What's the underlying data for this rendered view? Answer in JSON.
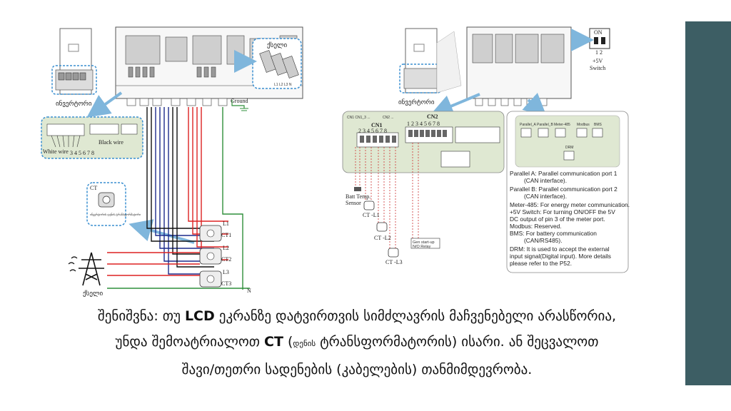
{
  "accent_color": "#3d5e64",
  "left_diagram": {
    "inverter_label": "ინვერტორი",
    "breaker_label": "ქსელი",
    "ground_label": "Ground",
    "white_wire_label": "White wire",
    "black_wire_label": "Black wire",
    "terminal_numbers": "3 4 5 6 7 8",
    "ct_box_title": "CT",
    "ct_box_caption": "ინვერტორის დენის ტრანსფორმატორი",
    "ct_labels": [
      "L1",
      "CT1",
      "L2",
      "CT2",
      "L3",
      "CT3",
      "N"
    ],
    "grid_label": "ქსელი"
  },
  "right_diagram": {
    "inverter_label": "ინვერტორი",
    "switch_on": "ON",
    "switch_numbers": "1 2",
    "switch_caption_1": "+5V",
    "switch_caption_2": "Switch",
    "cn1_label": "CN1",
    "cn2_label": "CN2",
    "cn1_pins": "2 3 4 5 6 7 8",
    "cn2_pins": "1 2 3 4 5 6 7 8",
    "bat_temp_label_1": "Batt Temp.",
    "bat_temp_label_2": "Sensor",
    "ct_l1": "CT -L1",
    "ct_l2": "CT -L2",
    "ct_l3": "CT -L3",
    "gen_relay_1": "Gen start-up",
    "gen_relay_2": "N/O Relay",
    "ports": [
      "Parallel_A",
      "Parallel_B",
      "Meter-485",
      "Modbus",
      "BMS",
      "DRM"
    ],
    "info_lines": [
      "Parallel A: Parallel communication port 1",
      "(CAN interface).",
      "Parallel B: Parallel communication port 2",
      "(CAN interface).",
      "Meter-485: For energy meter communication.",
      "+5V Switch: For turning ON/OFF the 5V",
      "DC output of pin 3 of the meter port.",
      "Modbus: Reserved.",
      "BMS: For battery communication",
      "(CAN/RS485).",
      "DRM: It is used to accept the external",
      "input signal(Digital input). More details",
      "please refer to the P52."
    ]
  },
  "note": {
    "line1_a": "შენიშვნა: თუ ",
    "line1_b": "LCD",
    "line1_c": " ეკრანზე დატვირთვის სიმძლავრის მაჩვენებელი არასწორია,",
    "line2_a": "უნდა შემოატრიალოთ ",
    "line2_b": "CT",
    "line2_c": " (",
    "line2_d": "დენის",
    "line2_e": " ტრანსფორმატორის) ისარი. ან შეცვალოთ",
    "line3": "შავი/თეთრი სადენების (კაბელების) თანმიმდევრობა."
  }
}
